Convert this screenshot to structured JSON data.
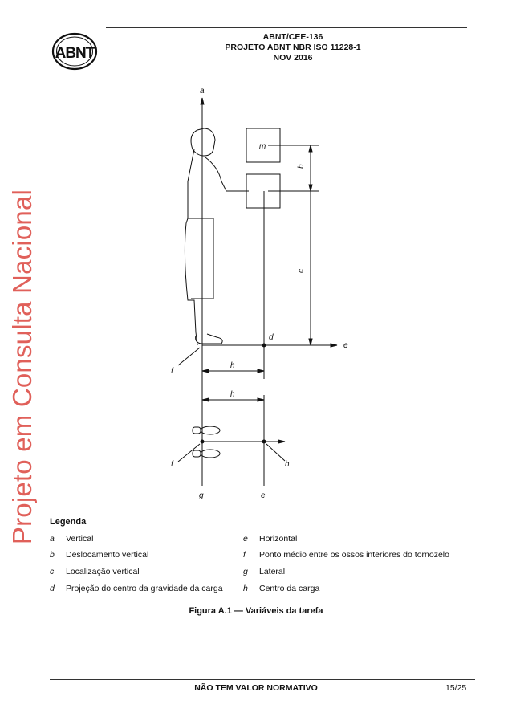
{
  "watermark": "Projeto em Consulta Nacional",
  "logo_text": "ABNT",
  "header": {
    "line1": "ABNT/CEE-136",
    "line2": "PROJETO ABNT NBR ISO 11228-1",
    "line3": "NOV 2016"
  },
  "figure_labels": {
    "a": "a",
    "m": "m",
    "b": "b",
    "c": "c",
    "d": "d",
    "e": "e",
    "f": "f",
    "g": "g",
    "h": "h"
  },
  "legend": {
    "title": "Legenda",
    "items": [
      {
        "letter": "a",
        "text": "Vertical"
      },
      {
        "letter": "b",
        "text": "Deslocamento vertical"
      },
      {
        "letter": "c",
        "text": "Localização vertical"
      },
      {
        "letter": "d",
        "text": "Projeção do centro da gravidade da carga"
      },
      {
        "letter": "e",
        "text": "Horizontal"
      },
      {
        "letter": "f",
        "text": "Ponto médio entre os ossos interiores do tornozelo"
      },
      {
        "letter": "g",
        "text": "Lateral"
      },
      {
        "letter": "h",
        "text": "Centro da carga"
      }
    ]
  },
  "caption": "Figura A.1 — Variáveis da tarefa",
  "footer": {
    "text": "NÃO TEM VALOR NORMATIVO",
    "page": "15/25"
  },
  "colors": {
    "watermark": "#e0605a",
    "line": "#111111"
  }
}
